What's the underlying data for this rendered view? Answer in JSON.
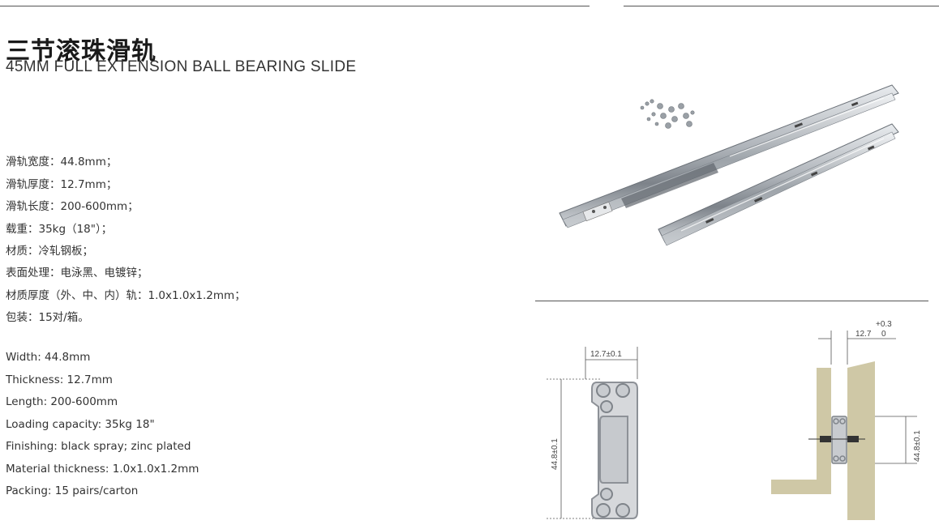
{
  "title_cn": "三节滚珠滑轨",
  "title_en": "45MM FULL EXTENSION BALL BEARING SLIDE",
  "specs_cn": [
    "滑轨宽度：44.8mm；",
    "滑轨厚度：12.7mm；",
    "滑轨长度：200-600mm；",
    "载重：35kg（18\"）；",
    "材质：冷轧钢板；",
    "表面处理：电泳黑、电镀锌；",
    "材质厚度（外、中、内）轨：1.0x1.0x1.2mm；",
    "包装：15对/箱。"
  ],
  "specs_en": [
    "Width: 44.8mm",
    "Thickness: 12.7mm",
    "Length: 200-600mm",
    "Loading capacity: 35kg 18\"",
    "Finishing: black spray; zinc plated",
    "Material thickness: 1.0x1.0x1.2mm",
    "Packing: 15 pairs/carton"
  ],
  "drawing1": {
    "thickness_label": "12.7±0.1",
    "height_label": "44.8±0.1"
  },
  "drawing2": {
    "tolerance_label": "+0.3",
    "gap_label": "12.7",
    "gap_lower_label": "0",
    "height_label": "44.8±0.1"
  },
  "colors": {
    "rule": "#555555",
    "wood": "#cfc8a6",
    "steel": "#b9bec4",
    "section_stroke": "#9a9ea4"
  }
}
